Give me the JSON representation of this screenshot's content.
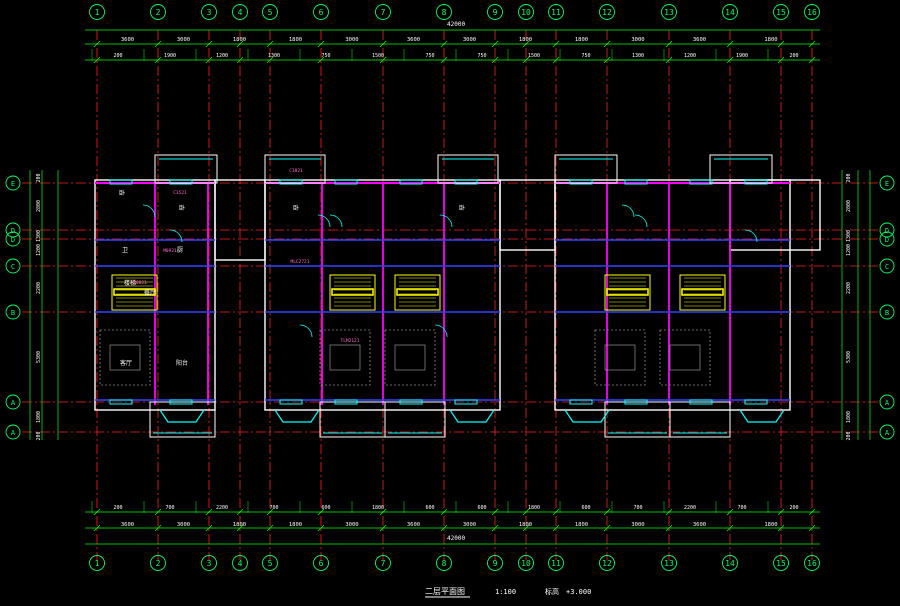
{
  "drawing": {
    "title": "二层平面图",
    "scale": "1:100",
    "level_label": "标高",
    "level_value": "+3.000",
    "colors": {
      "background": "#000000",
      "axis_line": "#ff2020",
      "dimension": "#00ff00",
      "wall": "#ffffff",
      "wall_cut": "#3344ff",
      "magenta_wall": "#ff00ff",
      "window": "#00ffff",
      "stair": "#ffff00",
      "text": "#ffffff",
      "label_pink": "#ff66cc",
      "bubble": "#00ff66"
    }
  },
  "grid_columns": [
    "1",
    "2",
    "3",
    "4",
    "5",
    "6",
    "7",
    "8",
    "9",
    "10",
    "11",
    "12",
    "13",
    "14",
    "15",
    "16"
  ],
  "grid_rows": [
    "E",
    "D",
    "D",
    "C",
    "B",
    "A",
    "A"
  ],
  "grid_rows_right": [
    "E",
    "D",
    "D",
    "C",
    "B",
    "A",
    "A"
  ],
  "overall_length": "42000",
  "top_dims_row1": [
    "3600",
    "3000",
    "1800",
    "1800",
    "3000",
    "3600",
    "3000",
    "1800",
    "1800",
    "3000",
    "3600",
    "1800"
  ],
  "top_dims_row2": [
    "200",
    "1900",
    "1200",
    "1300",
    "750",
    "1500",
    "750",
    "750",
    "1500",
    "750",
    "1300",
    "1200",
    "1900",
    "200"
  ],
  "bottom_dims_row1": [
    "200",
    "700",
    "2200",
    "700",
    "600",
    "1800",
    "600",
    "600",
    "1800",
    "600",
    "700",
    "2200",
    "700",
    "200"
  ],
  "bottom_dims_row2": [
    "3600",
    "3000",
    "1800",
    "1800",
    "3000",
    "3600",
    "3000",
    "1800",
    "1800",
    "3000",
    "3600",
    "1800"
  ],
  "left_dims": [
    "200",
    "2800",
    "1300",
    "1200",
    "2200",
    "5300",
    "1800",
    "200"
  ],
  "room_labels": [
    "卧",
    "卧",
    "卫",
    "厨",
    "餐厅",
    "客厅",
    "阳台",
    "楼梯",
    "卧",
    "卧"
  ],
  "door_window_tags": [
    "C1521",
    "C1821",
    "M0921",
    "M0821",
    "MLC2721",
    "TLM2121"
  ]
}
